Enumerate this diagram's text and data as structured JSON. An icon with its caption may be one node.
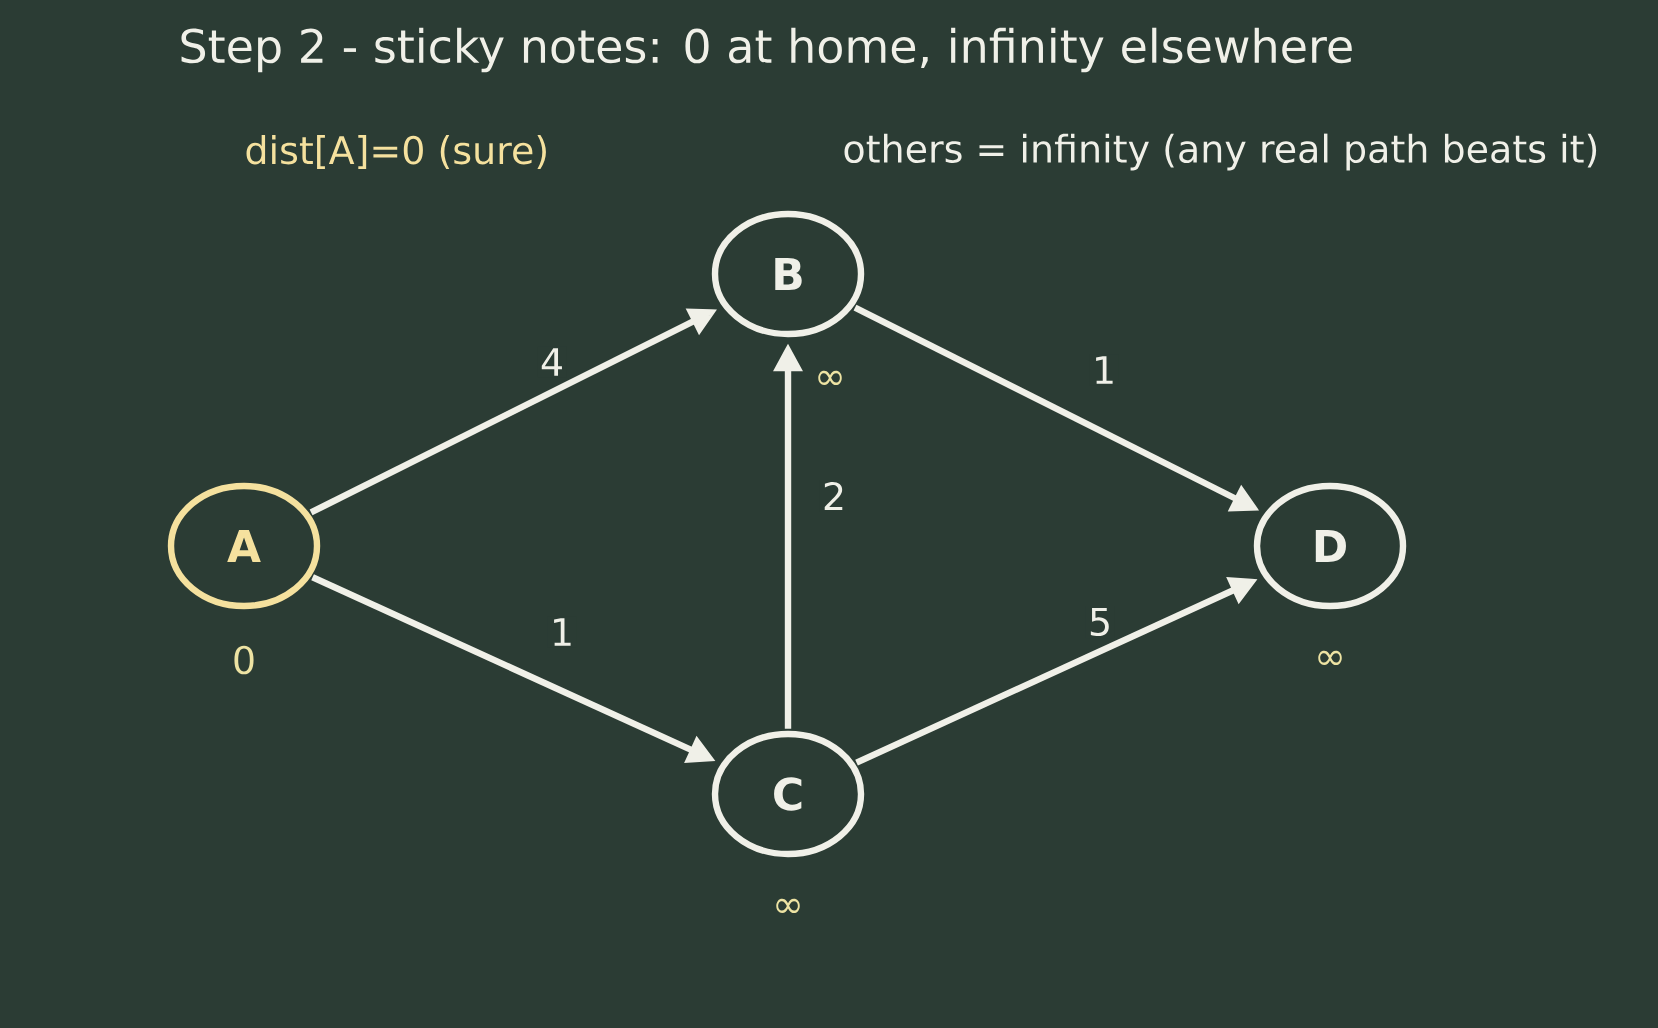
{
  "diagram": {
    "title": "Step 2  -  sticky notes: 0 at home, infinity elsewhere",
    "nodes": [
      {
        "text": [
          "A"
        ],
        "beside": [
          "0"
        ]
      },
      {
        "text": [
          "B"
        ],
        "beside": [
          "∞"
        ]
      },
      {
        "text": [
          "C"
        ],
        "beside": [
          "∞"
        ]
      },
      {
        "text": [
          "D"
        ],
        "beside": [
          "∞"
        ]
      }
    ],
    "edges": [
      {
        "from": 0,
        "to": 1,
        "arrow": "to",
        "label": "4"
      },
      {
        "from": 0,
        "to": 2,
        "arrow": "to",
        "label": "1"
      },
      {
        "from": 2,
        "to": 1,
        "arrow": "to",
        "label": "2"
      },
      {
        "from": 1,
        "to": 3,
        "arrow": "to",
        "label": "1"
      },
      {
        "from": 2,
        "to": 3,
        "arrow": "to",
        "label": "5"
      }
    ],
    "labels": [
      "dist[A]=0 (sure)",
      "others = infinity  (any real path beats it)"
    ]
  }
}
